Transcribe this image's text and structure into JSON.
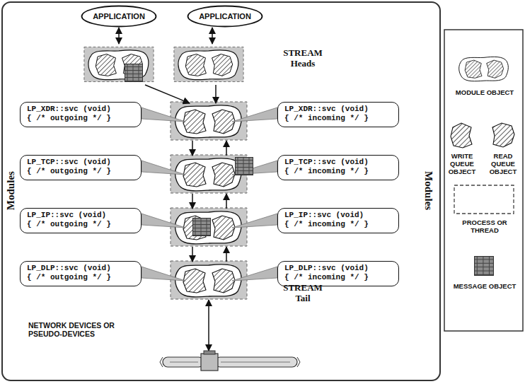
{
  "diagram": {
    "nodes": [
      {
        "text": [
          "APPLICATION"
        ]
      },
      {
        "text": [
          "APPLICATION"
        ]
      },
      {
        "text": [
          "LP_XDR::svc (void)",
          "{ /* outgoing */ }"
        ]
      },
      {
        "text": [
          "LP_XDR::svc (void)",
          "{ /* incoming */ }"
        ]
      },
      {
        "text": [
          "LP_TCP::svc (void)",
          "{ /* outgoing */ }"
        ]
      },
      {
        "text": [
          "LP_TCP::svc (void)",
          "{ /* incoming */ }"
        ]
      },
      {
        "text": [
          "LP_IP::svc (void)",
          "{ /* outgoing */ }"
        ]
      },
      {
        "text": [
          "LP_IP::svc (void)",
          "{ /* incoming */ }"
        ]
      },
      {
        "text": [
          "LP_DLP::svc (void)",
          "{ /* outgoing */ }"
        ]
      },
      {
        "text": [
          "LP_DLP::svc (void)",
          "{ /* incoming */ }"
        ]
      }
    ],
    "labels": [
      "STREAM Heads",
      "Modules",
      "Modules",
      "STREAM Tail",
      "NETWORK DEVICES OR PSEUDO-DEVICES"
    ],
    "legend": [
      {
        "text": "MODULE OBJECT"
      },
      {
        "text": "WRITE QUEUE OBJECT"
      },
      {
        "text": "READ QUEUE OBJECT"
      },
      {
        "text": "PROCESS OR THREAD"
      },
      {
        "text": "MESSAGE OBJECT"
      }
    ]
  }
}
